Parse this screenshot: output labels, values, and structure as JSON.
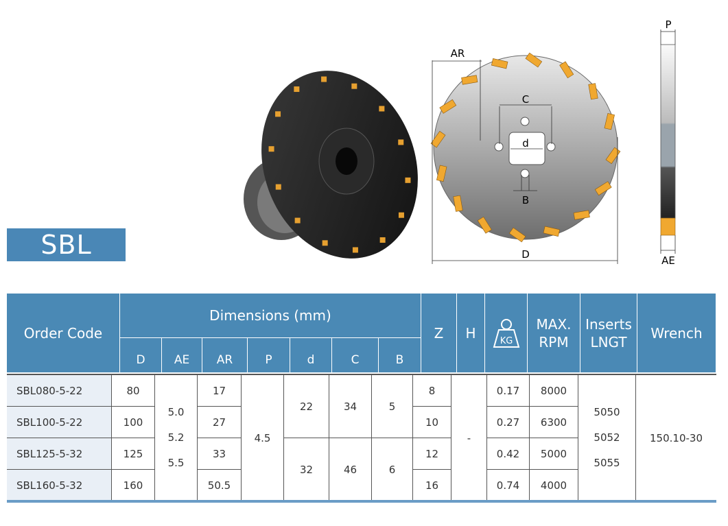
{
  "series": "SBL",
  "diagram_labels": {
    "AR": "AR",
    "C": "C",
    "d": "d",
    "B": "B",
    "D": "D",
    "P": "P",
    "AE": "AE"
  },
  "header": {
    "order_code": "Order Code",
    "dimensions": "Dimensions (mm)",
    "dim_cols": [
      "D",
      "AE",
      "AR",
      "P",
      "d",
      "C",
      "B"
    ],
    "z": "Z",
    "h": "H",
    "weight_icon_text": "KG",
    "max_rpm": [
      "MAX.",
      "RPM"
    ],
    "inserts": [
      "Inserts",
      "LNGT"
    ],
    "wrench": "Wrench"
  },
  "rows": [
    {
      "code": "SBL080-5-22",
      "D": "80",
      "AR": "17",
      "Z": "8",
      "kg": "0.17",
      "rpm": "8000"
    },
    {
      "code": "SBL100-5-22",
      "D": "100",
      "AR": "27",
      "Z": "10",
      "kg": "0.27",
      "rpm": "6300"
    },
    {
      "code": "SBL125-5-32",
      "D": "125",
      "AR": "33",
      "Z": "12",
      "kg": "0.42",
      "rpm": "5000"
    },
    {
      "code": "SBL160-5-32",
      "D": "160",
      "AR": "50.5",
      "Z": "16",
      "kg": "0.74",
      "rpm": "4000"
    }
  ],
  "merged": {
    "AE": [
      "5.0",
      "5.2",
      "5.5"
    ],
    "P": "4.5",
    "d_top": "22",
    "d_bottom": "32",
    "C_top": "34",
    "C_bottom": "46",
    "B_top": "5",
    "B_bottom": "6",
    "H": "-",
    "inserts": [
      "5050",
      "5052",
      "5055"
    ],
    "wrench": "150.10-30"
  },
  "colors": {
    "header": "#4a89b5",
    "code_bg": "#e9eff6",
    "insert": "#f0a830"
  }
}
